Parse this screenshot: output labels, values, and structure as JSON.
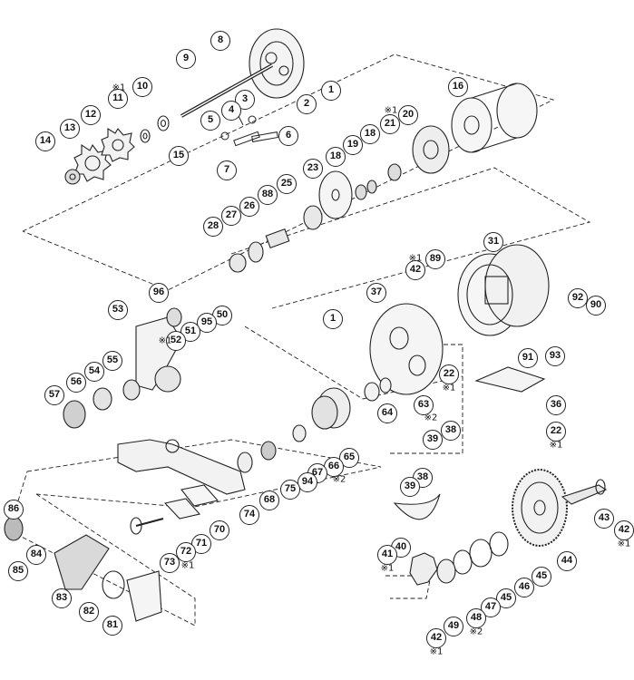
{
  "diagram": {
    "parts": {
      "p1a": "1",
      "p1b": "1",
      "p2": "2",
      "p3": "3",
      "p4": "4",
      "p5": "5",
      "p6": "6",
      "p7": "7",
      "p8": "8",
      "p9": "9",
      "p10": "10",
      "p11": "11",
      "p12": "12",
      "p13": "13",
      "p14": "14",
      "p15": "15",
      "p16": "16",
      "p18a": "18",
      "p18b": "18",
      "p19": "19",
      "p20": "20",
      "p21": "21",
      "p22a": "22",
      "p22b": "22",
      "p23": "23",
      "p25": "25",
      "p26": "26",
      "p27": "27",
      "p28": "28",
      "p31": "31",
      "p36": "36",
      "p37": "37",
      "p38a": "38",
      "p38b": "38",
      "p39a": "39",
      "p39b": "39",
      "p40": "40",
      "p41": "41",
      "p42a": "42",
      "p42b": "42",
      "p42c": "42",
      "p43": "43",
      "p44": "44",
      "p45a": "45",
      "p45b": "45",
      "p46": "46",
      "p47": "47",
      "p48": "48",
      "p49": "49",
      "p50": "50",
      "p51": "51",
      "p52": "52",
      "p53": "53",
      "p54": "54",
      "p55": "55",
      "p56": "56",
      "p57": "57",
      "p63": "63",
      "p64": "64",
      "p65": "65",
      "p66": "66",
      "p67": "67",
      "p68": "68",
      "p70": "70",
      "p71": "71",
      "p72": "72",
      "p73": "73",
      "p74": "74",
      "p75": "75",
      "p81": "81",
      "p82": "82",
      "p83": "83",
      "p84": "84",
      "p85": "85",
      "p86": "86",
      "p88": "88",
      "p89": "89",
      "p90": "90",
      "p91": "91",
      "p92": "92",
      "p93": "93",
      "p94": "94",
      "p95": "95",
      "p96": "96"
    },
    "notes": {
      "n11": "※1",
      "n21": "※1",
      "n42a": "※1",
      "n52": "※1",
      "n22a": "※1",
      "n22b": "※1",
      "n63": "※2",
      "n66": "※2",
      "n72": "※1",
      "n41": "※1",
      "n42b": "※1",
      "n42c": "※1",
      "n48": "※2"
    }
  }
}
